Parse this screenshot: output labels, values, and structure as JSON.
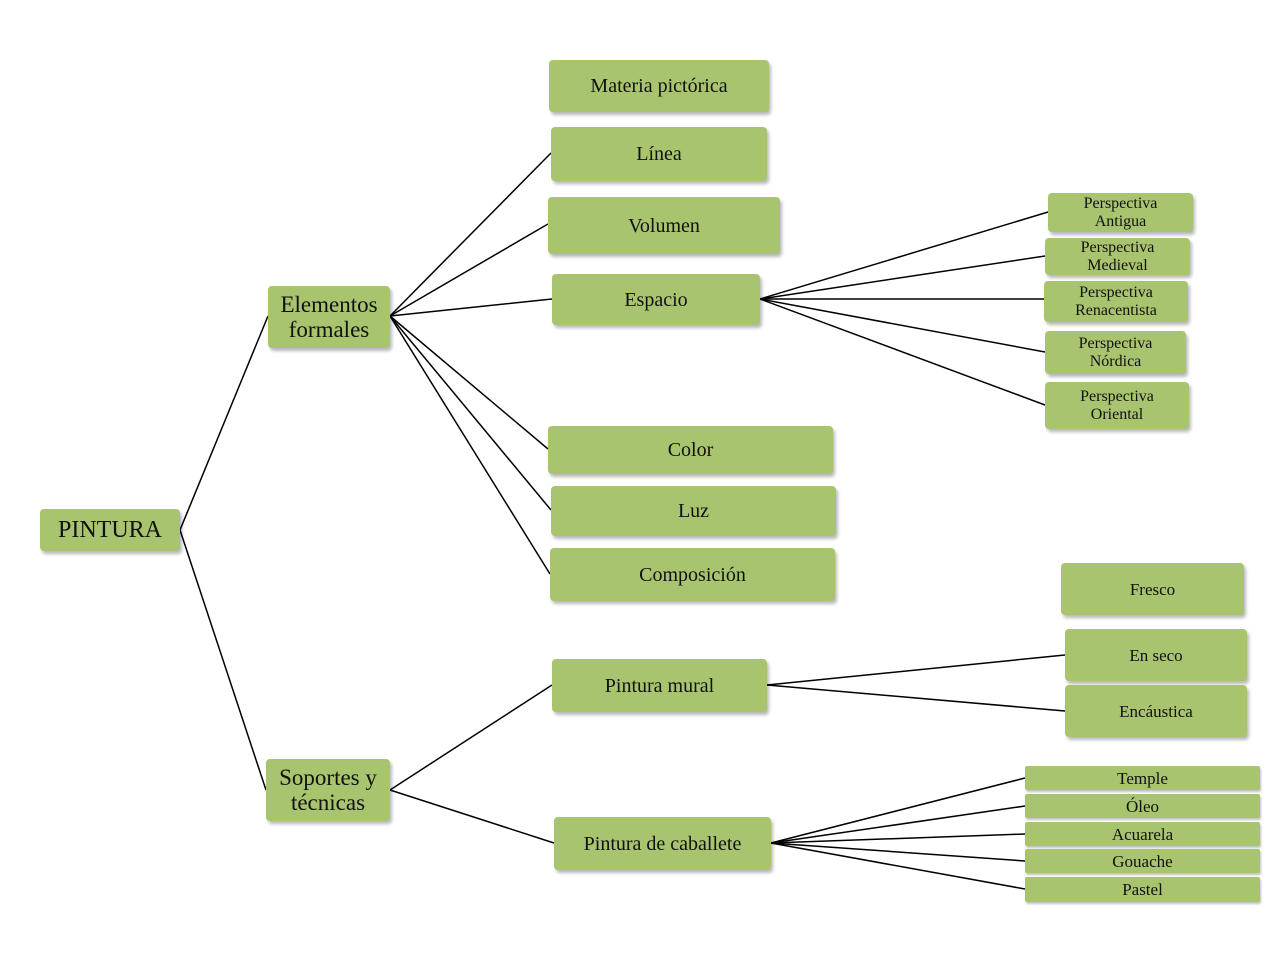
{
  "root": {
    "label": "PINTURA"
  },
  "elementos": {
    "label": "Elementos\nformales",
    "children": [
      {
        "label": "Materia pictórica"
      },
      {
        "label": "Línea"
      },
      {
        "label": "Volumen"
      },
      {
        "label": "Espacio"
      },
      {
        "label": "Color"
      },
      {
        "label": "Luz"
      },
      {
        "label": "Composición"
      }
    ],
    "espacio_children": [
      {
        "label": "Perspectiva\nAntigua"
      },
      {
        "label": "Perspectiva\nMedieval"
      },
      {
        "label": "Perspectiva\nRenacentista"
      },
      {
        "label": "Perspectiva\nNórdica"
      },
      {
        "label": "Perspectiva\nOriental"
      }
    ]
  },
  "soportes": {
    "label": "Soportes y\ntécnicas",
    "mural": {
      "label": "Pintura mural",
      "children": [
        {
          "label": "Fresco"
        },
        {
          "label": "En seco"
        },
        {
          "label": "Encáustica"
        }
      ]
    },
    "caballete": {
      "label": "Pintura de caballete",
      "children": [
        {
          "label": "Temple"
        },
        {
          "label": "Óleo"
        },
        {
          "label": "Acuarela"
        },
        {
          "label": "Gouache"
        },
        {
          "label": "Pastel"
        }
      ]
    }
  },
  "colors": {
    "node_fill": "#a9c46f",
    "line": "#000000"
  }
}
